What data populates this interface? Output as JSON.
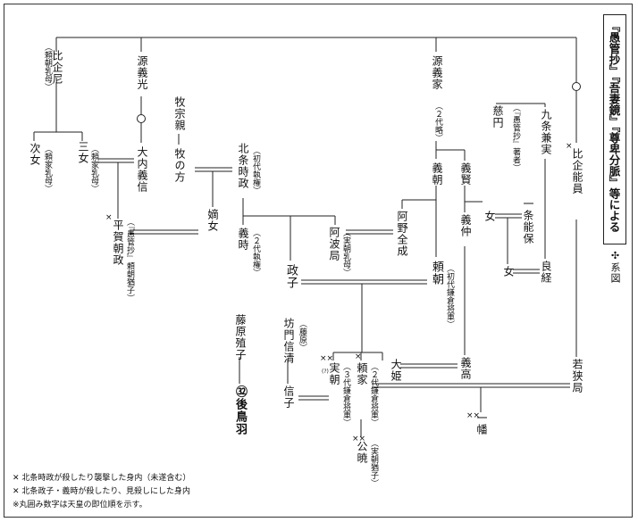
{
  "title": "『愚管抄』『吾妻鏡』『尊卑分脈』等による",
  "subtitle": "✣系図",
  "persons": {
    "hikiniama": "比企尼",
    "hikiniama_note": "（頼朝乳母）",
    "minamoto_yoshimitsu": "源義光",
    "minamoto_yoshiie": "源義家",
    "jisho_note": "（２代略）",
    "jien": "慈円",
    "jien_note": "（『愚管抄』著者）",
    "kujo_kanezane": "九条兼実",
    "hiki_yoshikazu": "比企能員",
    "jijo": "次女",
    "jijo_note": "（頼家乳母）",
    "sanjo": "三女",
    "sanjo_note": "（頼家乳母）",
    "ouchi_koreyoshi": "大内義信",
    "maki_munechika": "牧宗親",
    "maki_no_kata": "牧の方",
    "hojo_tokimasa": "北条時政",
    "hojo_tokimasa_note": "（初代執権）",
    "yoshitomo": "義朝",
    "yoshikata": "義賢",
    "ichijo_yoshiyasu": "一条能保",
    "hiraga_tomomasa": "平賀朝政",
    "hiraga_note": "（『愚管抄』頼朝猶子）",
    "chakujo": "嫡女",
    "hojo_yoshitoki": "義時",
    "hojo_yoshitoki_note": "（２代執権）",
    "awa_no_tsubone": "阿波局",
    "awa_note": "（実朝乳母）",
    "ano_zenjo": "阿野全成",
    "yoshinaka": "義仲",
    "onna1": "女",
    "onna2": "女",
    "yoshitsune": "良経",
    "masako": "政子",
    "yoritomo": "頼朝",
    "yoritomo_note": "（初代鎌倉将軍）",
    "fujiwara_shokushi": "藤原殖子",
    "bomon_nobukiyo": "坊門信清",
    "bomon_note": "（藤原）",
    "ohime": "大姫",
    "yoshitaka": "義高",
    "wakasa_no_tsubone": "若狭局",
    "sanetomo": "実朝",
    "sanetomo_note": "（３代鎌倉将軍）",
    "yoriie": "頼家",
    "yoriie_note": "（２代鎌倉将軍）",
    "nobuko": "信子",
    "gotoba": "㉜後鳥羽",
    "ichiman": "一幡",
    "kugyo": "公暁",
    "kugyo_note": "（実朝猶子）"
  },
  "legend": [
    "✕ 北条時政が殺したり襲撃した身内（未遂含む）",
    "✕ 北条政子・義時が殺したり、見殺しにした身内",
    "※丸囲み数字は天皇の即位順を示す。"
  ]
}
